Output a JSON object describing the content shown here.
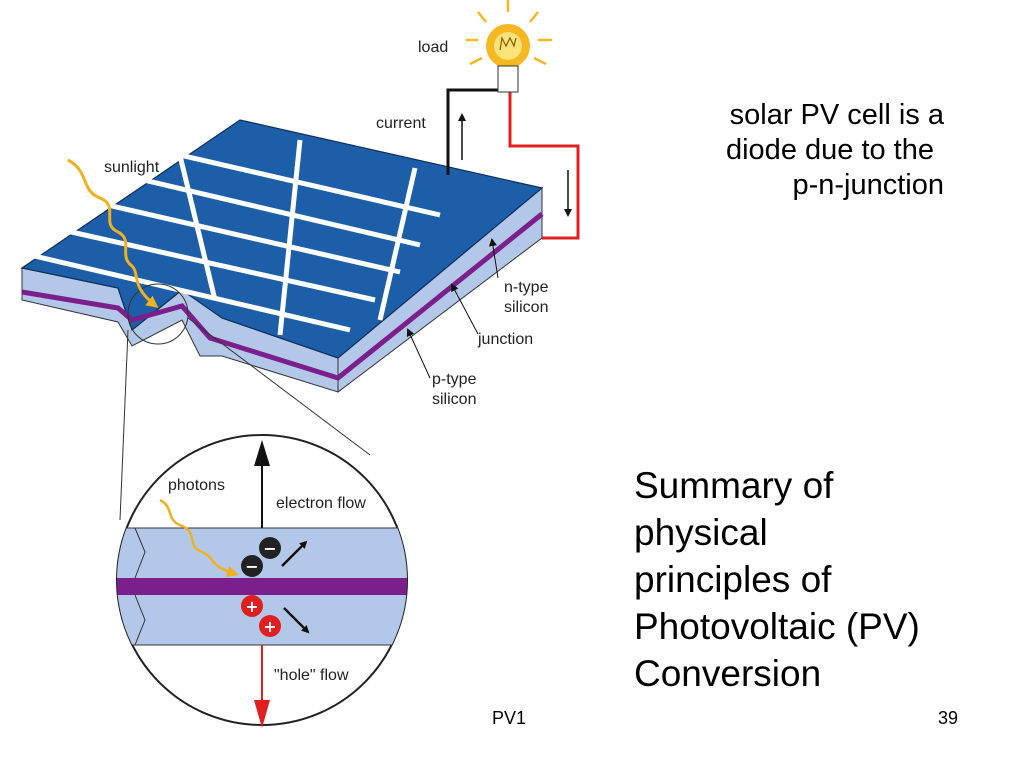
{
  "diagram": {
    "labels": {
      "load": "load",
      "current": "current",
      "sunlight": "sunlight",
      "n_type": [
        "n-type",
        "silicon"
      ],
      "junction": "junction",
      "p_type": [
        "p-type",
        "silicon"
      ],
      "photons": "photons",
      "electron_flow": "electron flow",
      "hole_flow": "\"hole\" flow"
    },
    "colors": {
      "cell_top": "#1d5ea8",
      "grid_lines": "#ffffff",
      "silicon": "#b3c8e8",
      "junction": "#7a1f8c",
      "wire_positive": "#e02020",
      "wire_negative": "#111111",
      "sunlight": "#f0b020",
      "bulb_glow": "#f5b820",
      "electron": "#222222",
      "hole": "#e02020"
    },
    "symbols": {
      "electron": "−",
      "hole": "+"
    }
  },
  "text": {
    "note_top": [
      "solar PV cell is a",
      "diode due to the",
      "p-n-junction"
    ],
    "note_bottom": [
      "Summary of",
      "physical",
      "principles of",
      "Photovoltaic (PV)",
      "Conversion"
    ]
  },
  "footer": {
    "left": "PV1",
    "right": "39"
  }
}
